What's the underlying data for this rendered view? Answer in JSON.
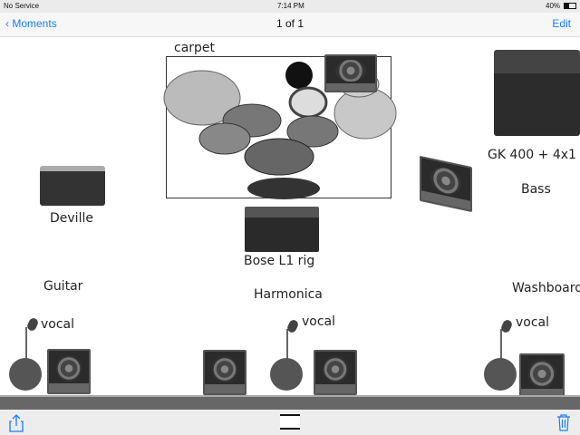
{
  "status": {
    "carrier": "No Service",
    "time": "7:14 PM",
    "battery": "40%"
  },
  "nav": {
    "back": "Moments",
    "title": "1 of 1",
    "edit": "Edit"
  },
  "stage": {
    "carpet": "carpet",
    "deville": "Deville",
    "bose": "Bose L1 rig",
    "bass_rig": "GK 400 + 4x1",
    "bass": "Bass",
    "guitar": "Guitar",
    "harmonica": "Harmonica",
    "washboard": "Washboard",
    "vocal": "vocal"
  },
  "toolbar": {
    "share": "share-icon",
    "trash": "trash-icon"
  },
  "colors": {
    "accent": "#1a7cf5"
  }
}
